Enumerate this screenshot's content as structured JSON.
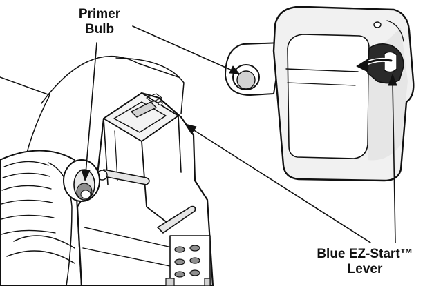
{
  "labels": {
    "primer_line1": "Primer",
    "primer_line2": "Bulb",
    "lever_line1": "Blue EZ-Start™",
    "lever_line2": "Lever"
  },
  "colors": {
    "ink": "#111111",
    "shade_light": "#e6e6e6",
    "shade_mid": "#d2d2d2",
    "shade_dark": "#8f8f8f",
    "paper": "#ffffff"
  },
  "icons": {
    "pointer": "arrow-pointer-icon",
    "push_direction": "curved-arrow-icon"
  }
}
